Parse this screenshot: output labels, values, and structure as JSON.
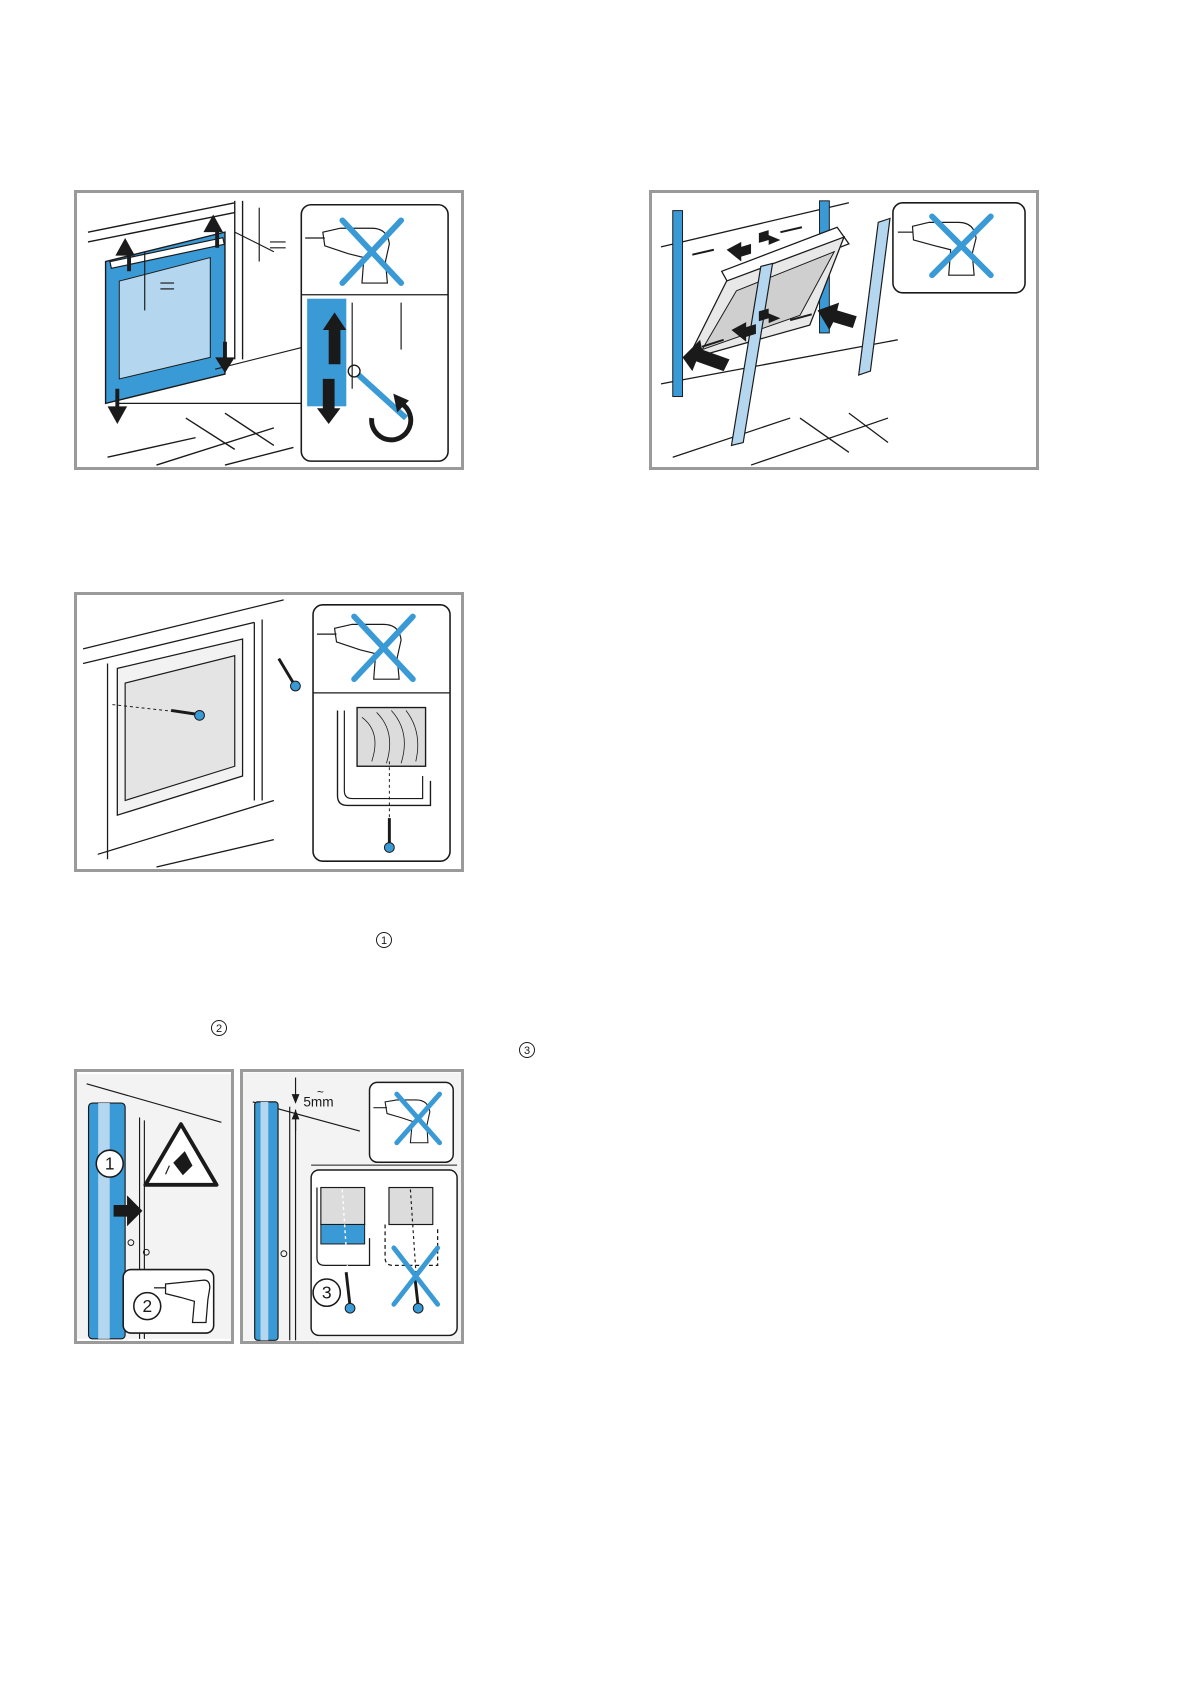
{
  "markers": [
    "1",
    "2",
    "3"
  ],
  "figure_d": {
    "callouts": [
      "1",
      "2",
      "3"
    ],
    "gap_label": "5mm",
    "gap_symbol": "~"
  },
  "icons": [
    "no-power-drill-icon",
    "warning-triangle-icon",
    "power-drill-icon",
    "screw-icon",
    "rotate-icon",
    "arrow-icon"
  ],
  "colors": {
    "accent_blue": "#3a9ad6",
    "frame_gray": "#9a9a9a",
    "line": "#1a1a1a"
  }
}
